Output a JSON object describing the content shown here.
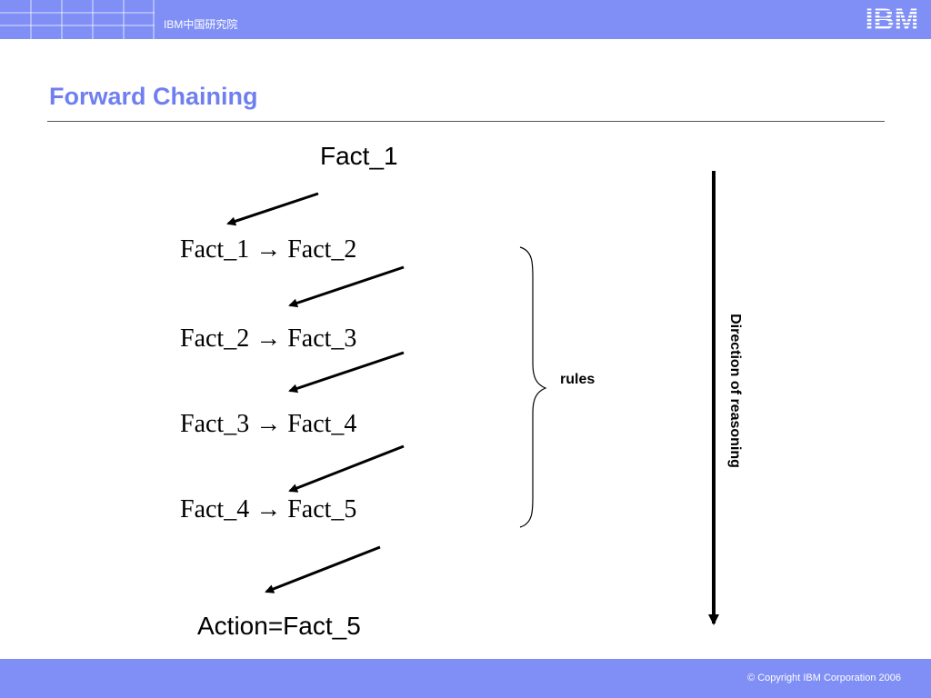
{
  "header": {
    "org_label": "IBM中国研究院",
    "logo_text": "IBM"
  },
  "slide": {
    "title": "Forward Chaining"
  },
  "diagram": {
    "start_fact": "Fact_1",
    "rules": [
      {
        "antecedent": "Fact_1",
        "arrow": "→",
        "consequent": "Fact_2"
      },
      {
        "antecedent": "Fact_2",
        "arrow": "→",
        "consequent": "Fact_3"
      },
      {
        "antecedent": "Fact_3",
        "arrow": "→",
        "consequent": "Fact_4"
      },
      {
        "antecedent": "Fact_4",
        "arrow": "→",
        "consequent": "Fact_5"
      }
    ],
    "action": "Action=Fact_5",
    "brace_label": "rules",
    "direction_label": "Direction of reasoning"
  },
  "footer": {
    "copyright": "© Copyright IBM Corporation 2006"
  },
  "colors": {
    "bar": "#7f8ff5",
    "title": "#6f7ff0"
  }
}
